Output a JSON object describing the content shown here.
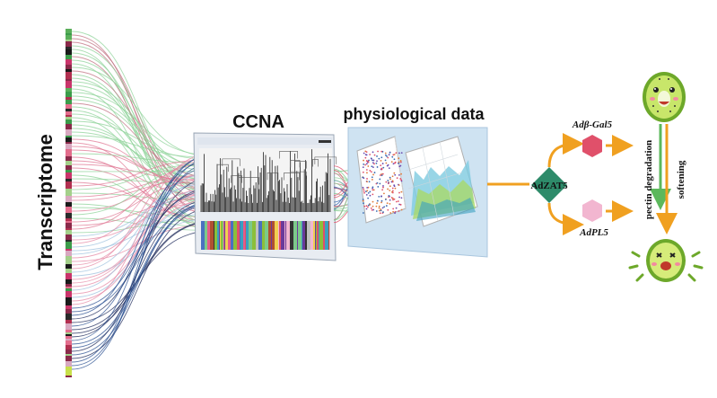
{
  "labels": {
    "transcriptome": "Transcriptome",
    "ccna": "CCNA",
    "physiological": "physiological data",
    "tf": "AdZAT5",
    "gene_top": "Adβ-Gal5",
    "gene_bottom": "AdPL5",
    "process_1": "pectin degradation",
    "process_2": "softening"
  },
  "colors": {
    "tf_node": "#2e8b6a",
    "gene_top_node": "#e0506a",
    "gene_bottom_node": "#f2b6d0",
    "arrow_orange": "#f0a020",
    "arrow_green": "#5cb85c",
    "panel_blue": "#cfe3f2",
    "kiwi_skin": "#8bbf3a",
    "kiwi_flesh": "#c8e66a"
  },
  "icons": [
    "happy-kiwi-icon",
    "soft-kiwi-icon"
  ]
}
